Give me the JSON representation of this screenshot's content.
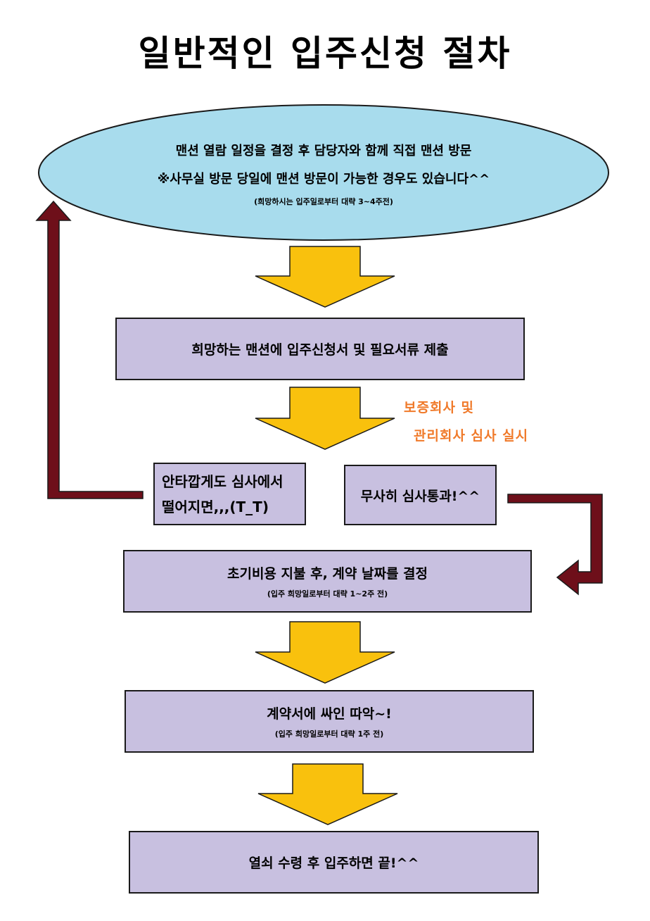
{
  "title": "일반적인 입주신청 절차",
  "colors": {
    "ellipse_fill": "#a8dced",
    "box_fill": "#c8c0e0",
    "arrow_fill": "#f9c10d",
    "return_arrow_fill": "#6e0f1a",
    "note_text": "#f07a2a"
  },
  "steps": {
    "visit": {
      "line1": "맨션 열람 일정을 결정 후 담당자와 함께 직접 맨션 방문",
      "line2": "※사무실 방문 당일에 맨션 방문이 가능한 경우도 있습니다^^",
      "sub": "(희망하시는 입주일로부터 대략 3~4주전)"
    },
    "apply": {
      "main": "희망하는 맨션에 입주신청서 및 필요서류 제출"
    },
    "review_note": {
      "line1": "보증회사 및",
      "line2": "관리회사 심사 실시"
    },
    "fail": {
      "line1": "안타깝게도 심사에서",
      "line2": "떨어지면,,,(T_T)"
    },
    "pass": {
      "main": "무사히 심사통과!^^"
    },
    "payment": {
      "main": "초기비용 지불 후, 계약 날짜를 결정",
      "sub": "(입주 희망일로부터 대략 1~2주 전)"
    },
    "contract": {
      "main": "계약서에 싸인 따악~!",
      "sub": "(입주 희망일로부터 대략 1주 전)"
    },
    "movein": {
      "main": "열쇠 수령 후 입주하면 끝!^^"
    }
  }
}
